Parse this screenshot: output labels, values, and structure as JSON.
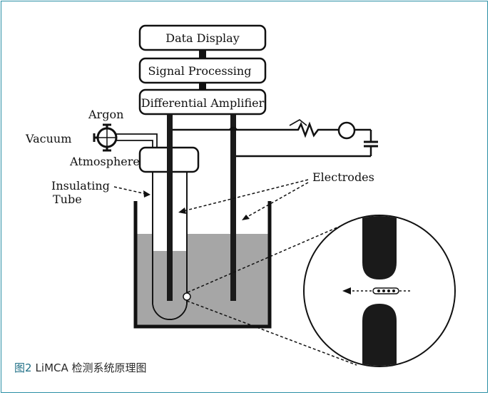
{
  "blocks": {
    "data_display": "Data Display",
    "signal_processing": "Signal Processing",
    "differential_amplifier": "Differential Amplifier"
  },
  "labels": {
    "argon": "Argon",
    "vacuum": "Vacuum",
    "atmosphere": "Atmosphere",
    "insulating": "Insulating",
    "tube": "Tube",
    "electrodes": "Electrodes"
  },
  "caption": {
    "figure_number": "图2",
    "text": "LiMCA 检测系统原理图"
  },
  "colors": {
    "frame_border": "#2a8fa5",
    "caption": "#1f6f86",
    "liquid": "#a6a6a6",
    "electrode": "#1a1a1a"
  }
}
